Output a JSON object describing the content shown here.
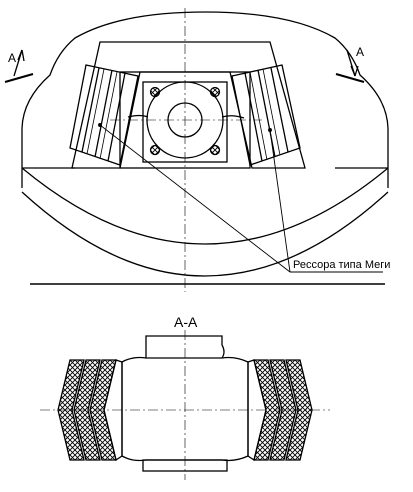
{
  "section_marks": {
    "left": "A",
    "right": "A"
  },
  "section_title": "А-А",
  "callout_label": "Рессора типа Меги",
  "colors": {
    "stroke": "#000000",
    "background": "#ffffff"
  }
}
